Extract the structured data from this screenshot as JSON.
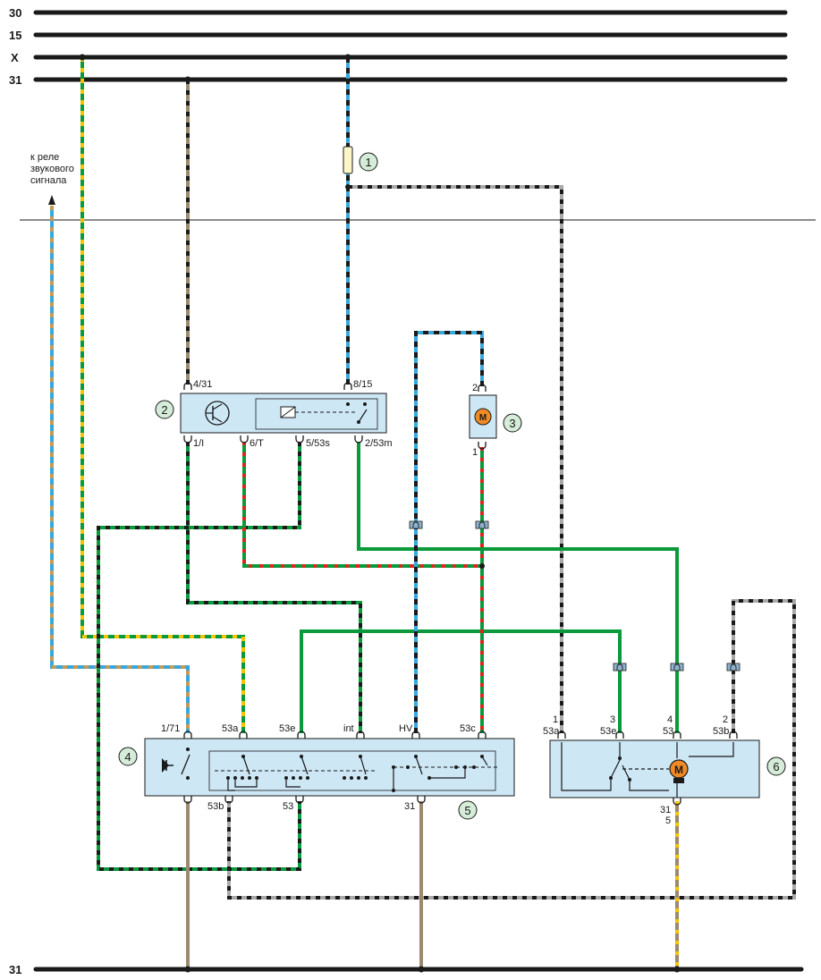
{
  "buses": [
    "30",
    "15",
    "X",
    "31"
  ],
  "bottom_bus": "31",
  "relay_note": [
    "к реле",
    "звукового",
    "сигнала"
  ],
  "components": {
    "fuse": "1",
    "relay": "2",
    "washer_motor": "3",
    "switch": "4",
    "switch_block": "5",
    "wiper_motor": "6",
    "motor_symbol": "M"
  },
  "relay_pins": {
    "p431": "4/31",
    "p815": "8/15",
    "p1i": "1/I",
    "p6t": "6/T",
    "p553s": "5/53s",
    "p253m": "2/53m"
  },
  "washer_pins": {
    "top": "2",
    "bottom": "1"
  },
  "switch_pins": {
    "p171": "1/71",
    "p53a": "53a",
    "p53e": "53e",
    "pint": "int",
    "phv": "HV",
    "p53c": "53c",
    "p53b": "53b",
    "p53": "53",
    "p31": "31"
  },
  "motor_pins": {
    "n1": "1",
    "l53a": "53a",
    "n3": "3",
    "l53e": "53e",
    "n4": "4",
    "l53": "53",
    "n2": "2",
    "l53b": "53b",
    "n31": "31",
    "n5": "5"
  },
  "colors": {
    "black": "#1a1a1a",
    "green": "#0a9a3c",
    "blue": "#3aa7dc",
    "red": "#e2231a",
    "yellow": "#f5c400",
    "brown": "#9b8a6e",
    "grey": "#a8a8a8",
    "box_fill": "#cde7f5",
    "callout_fill": "#d4ecd8",
    "motor_fill": "#f08a24"
  }
}
